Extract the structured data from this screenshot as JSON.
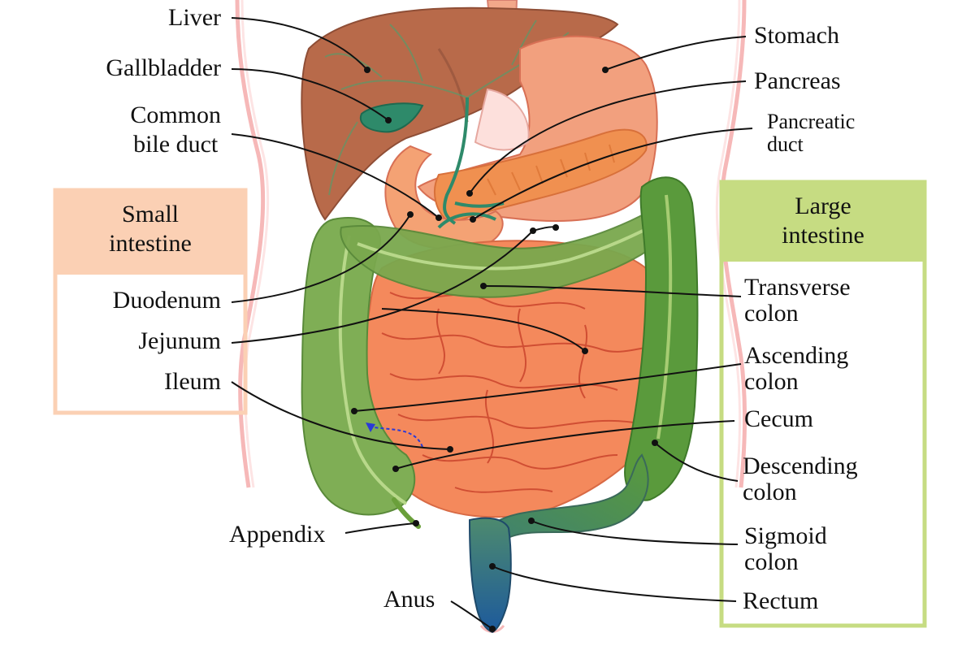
{
  "groups": {
    "small_intestine": {
      "line1": "Small",
      "line2": "intestine",
      "color": "#fbd0b4"
    },
    "large_intestine": {
      "line1": "Large",
      "line2": "intestine",
      "color": "#c6dc82"
    }
  },
  "labels": {
    "liver": "Liver",
    "gallbladder": "Gallbladder",
    "common_bile_duct_1": "Common",
    "common_bile_duct_2": "bile duct",
    "duodenum": "Duodenum",
    "jejunum": "Jejunum",
    "ileum": "Ileum",
    "appendix": "Appendix",
    "anus": "Anus",
    "stomach": "Stomach",
    "pancreas": "Pancreas",
    "pancreatic_duct_1": "Pancreatic",
    "pancreatic_duct_2": "duct",
    "transverse_colon_1": "Transverse",
    "transverse_colon_2": "colon",
    "ascending_colon_1": "Ascending",
    "ascending_colon_2": "colon",
    "cecum": "Cecum",
    "descending_colon_1": "Descending",
    "descending_colon_2": "colon",
    "sigmoid_colon_1": "Sigmoid",
    "sigmoid_colon_2": "colon",
    "rectum": "Rectum"
  },
  "colors": {
    "liver": "#b86a4a",
    "stomach": "#f2a07e",
    "pancreas": "#f09050",
    "small_intestine": "#f4895c",
    "colon": "#6a9f3a",
    "rectum": "#2f6f8f",
    "bile": "#2e8a6a",
    "body_outline": "#f6b8b8"
  }
}
